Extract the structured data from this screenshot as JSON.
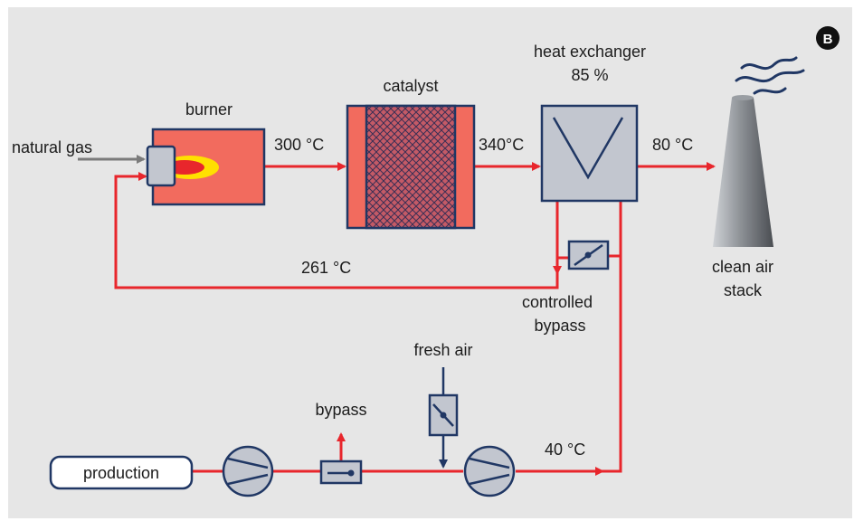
{
  "labels": {
    "natural_gas": "natural gas",
    "burner": "burner",
    "temp_burner_out": "300 °C",
    "catalyst": "catalyst",
    "temp_catalyst_out": "340°C",
    "heat_exchanger_line1": "heat exchanger",
    "heat_exchanger_line2": "85 %",
    "temp_exchanger_out": "80 °C",
    "stack_line1": "clean air",
    "stack_line2": "stack",
    "temp_return": "261 °C",
    "controlled_bypass_line1": "controlled",
    "controlled_bypass_line2": "bypass",
    "fresh_air": "fresh air",
    "bypass": "bypass",
    "temp_fan_out": "40 °C",
    "production": "production",
    "badge": "B"
  },
  "colors": {
    "background": "#e6e6e6",
    "flow": "#e8262c",
    "navy": "#203764",
    "burner_fill": "#f26b5e",
    "equipment_grey": "#c2c6cf",
    "gas_arrow": "#7b7b7b",
    "flame_yellow": "#ffe000"
  }
}
